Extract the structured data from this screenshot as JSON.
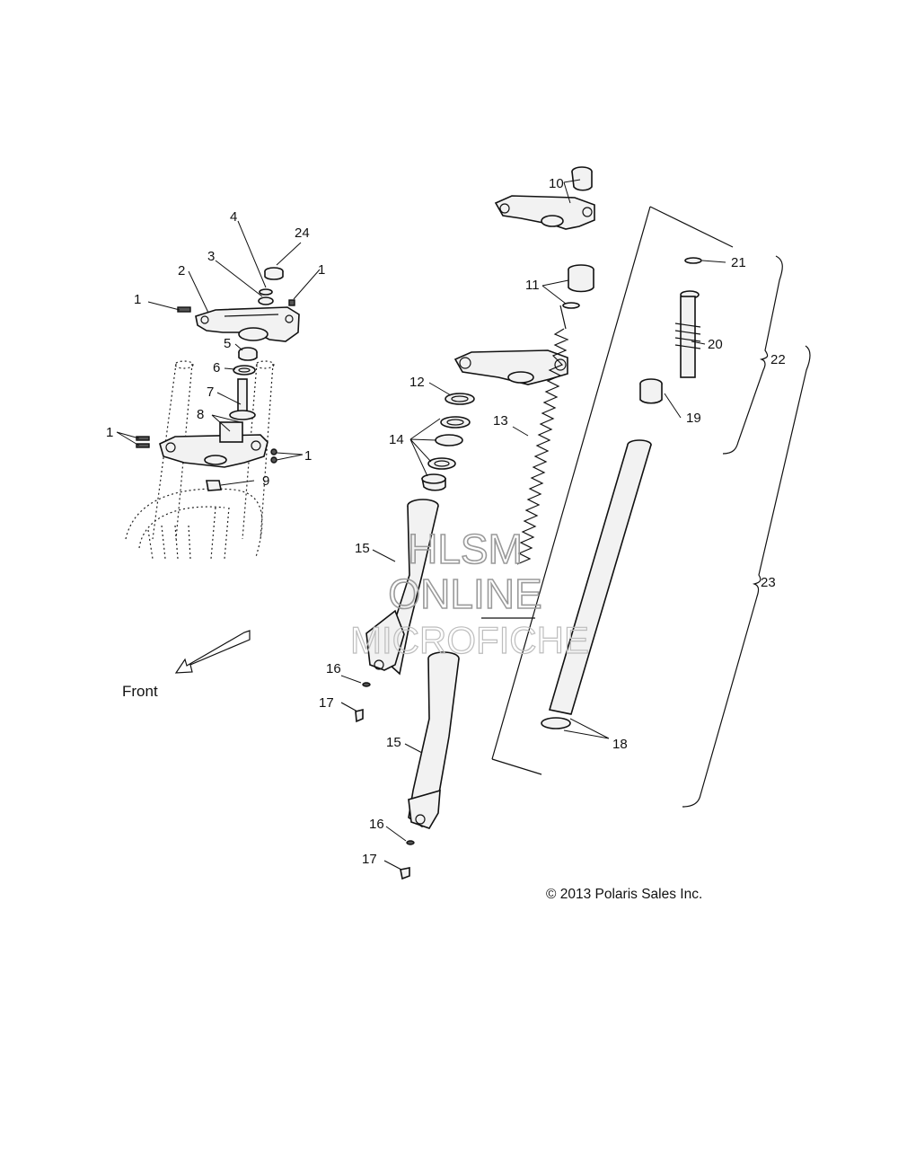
{
  "front_label": "Front",
  "copyright": "© 2013 Polaris Sales Inc.",
  "watermark": {
    "line1": "HLSM",
    "line2": "ONLINE",
    "line3": "MICROFICHE"
  },
  "callouts": [
    {
      "id": "c1a",
      "label": "1"
    },
    {
      "id": "c1b",
      "label": "1"
    },
    {
      "id": "c1c",
      "label": "1"
    },
    {
      "id": "c1d",
      "label": "1"
    },
    {
      "id": "c2",
      "label": "2"
    },
    {
      "id": "c3",
      "label": "3"
    },
    {
      "id": "c4",
      "label": "4"
    },
    {
      "id": "c5",
      "label": "5"
    },
    {
      "id": "c6",
      "label": "6"
    },
    {
      "id": "c7",
      "label": "7"
    },
    {
      "id": "c8",
      "label": "8"
    },
    {
      "id": "c9",
      "label": "9"
    },
    {
      "id": "c10",
      "label": "10"
    },
    {
      "id": "c11",
      "label": "11"
    },
    {
      "id": "c12",
      "label": "12"
    },
    {
      "id": "c13",
      "label": "13"
    },
    {
      "id": "c14",
      "label": "14"
    },
    {
      "id": "c15a",
      "label": "15"
    },
    {
      "id": "c15b",
      "label": "15"
    },
    {
      "id": "c16a",
      "label": "16"
    },
    {
      "id": "c16b",
      "label": "16"
    },
    {
      "id": "c17a",
      "label": "17"
    },
    {
      "id": "c17b",
      "label": "17"
    },
    {
      "id": "c18",
      "label": "18"
    },
    {
      "id": "c19",
      "label": "19"
    },
    {
      "id": "c20",
      "label": "20"
    },
    {
      "id": "c21",
      "label": "21"
    },
    {
      "id": "c22",
      "label": "22"
    },
    {
      "id": "c23",
      "label": "23"
    },
    {
      "id": "c24",
      "label": "24"
    }
  ]
}
